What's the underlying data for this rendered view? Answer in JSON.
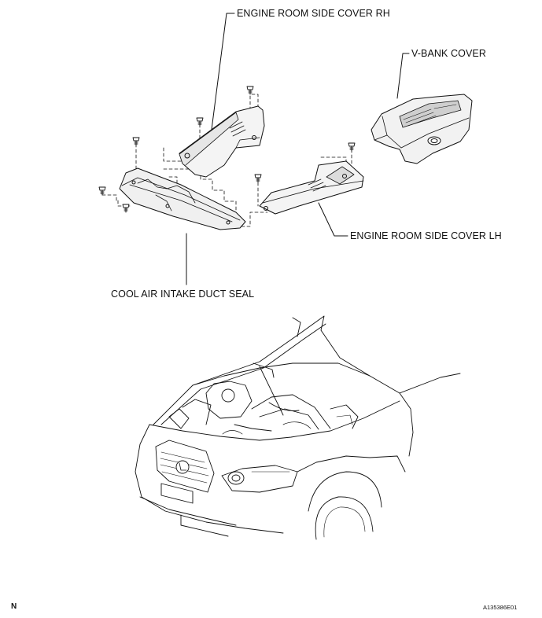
{
  "labels": {
    "rh_cover": "ENGINE ROOM SIDE COVER RH",
    "vbank_cover": "V-BANK COVER",
    "lh_cover": "ENGINE ROOM SIDE COVER LH",
    "duct_seal": "COOL AIR INTAKE DUCT SEAL"
  },
  "footer": {
    "left_mark": "N",
    "figure_id": "A135386E01"
  },
  "colors": {
    "line": "#111111",
    "fill_light": "#eeeeee",
    "fill_mid": "#cfcfcf"
  }
}
